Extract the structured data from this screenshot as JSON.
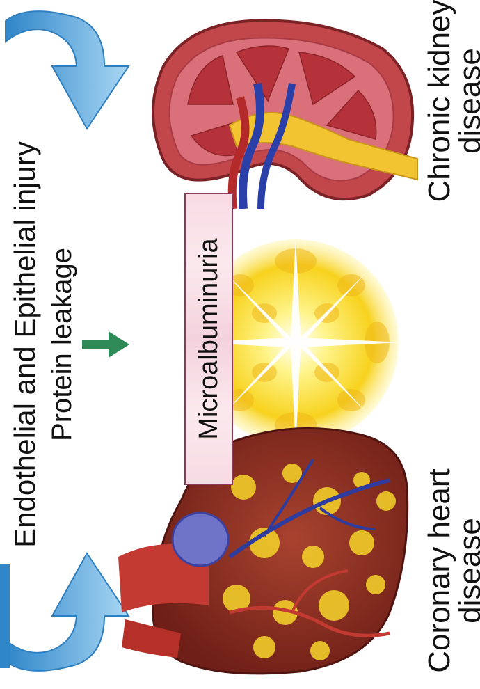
{
  "labels": {
    "injury": "Endothelial and Epithelial injury",
    "leakage": "Protein leakage",
    "microalbuminuria": "Microalbuminuria",
    "ckd_line1": "Chronic kidney",
    "ckd_line2": "disease",
    "chd_line1": "Coronary heart",
    "chd_line2": "disease"
  },
  "icons": {
    "top_arrow": "curved-arrow-icon",
    "bottom_arrow": "curved-arrow-icon",
    "middle_arrow": "green-arrow-icon",
    "kidney": "kidney-icon",
    "heart": "heart-icon",
    "sun": "sun-icon"
  },
  "colors": {
    "curved_arrow": "#5aa9e0",
    "green_arrow": "#2e8b57",
    "box_border": "#8c3a58",
    "box_fill": "#f8dbe4",
    "sun": "#f5d31c",
    "kidney": "#c2474b",
    "heart": "#8e2b22"
  }
}
